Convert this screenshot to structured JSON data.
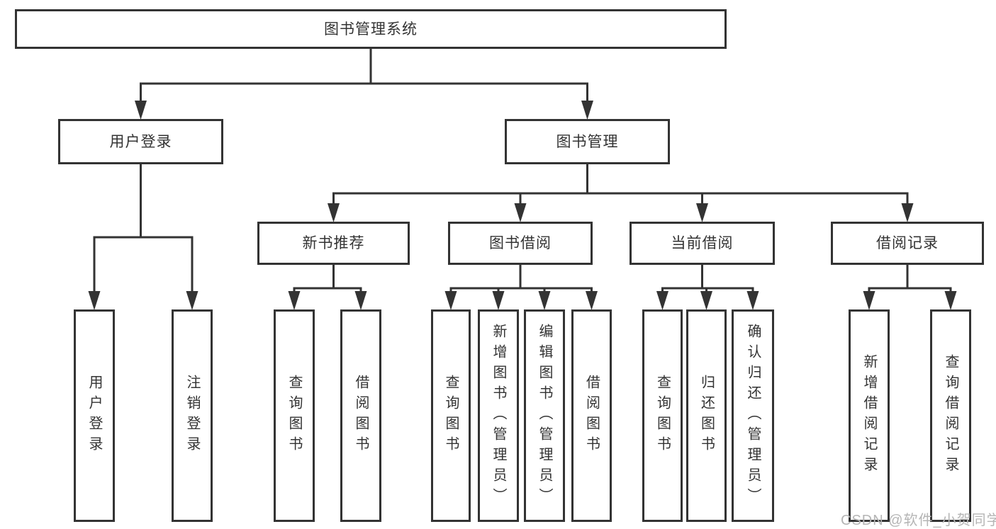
{
  "diagram": {
    "title": "图书管理系统",
    "watermark": "CSDN @软件_小贺同学",
    "colors": {
      "line": "#333333",
      "text": "#333333",
      "background": "#ffffff",
      "watermark": "#b5b5b5"
    },
    "nodes": [
      {
        "id": "root",
        "label": "图书管理系统",
        "parent": null,
        "vertical": false
      },
      {
        "id": "user-login-group",
        "label": "用户登录",
        "parent": "root",
        "vertical": false
      },
      {
        "id": "book-mgmt",
        "label": "图书管理",
        "parent": "root",
        "vertical": false
      },
      {
        "id": "new-book-rec",
        "label": "新书推荐",
        "parent": "book-mgmt",
        "vertical": false
      },
      {
        "id": "book-borrow",
        "label": "图书借阅",
        "parent": "book-mgmt",
        "vertical": false
      },
      {
        "id": "current-borrow",
        "label": "当前借阅",
        "parent": "book-mgmt",
        "vertical": false
      },
      {
        "id": "borrow-records",
        "label": "借阅记录",
        "parent": "book-mgmt",
        "vertical": false
      },
      {
        "id": "user-login",
        "label": "用户登录",
        "parent": "user-login-group",
        "vertical": true
      },
      {
        "id": "logout",
        "label": "注销登录",
        "parent": "user-login-group",
        "vertical": true
      },
      {
        "id": "query-books-1",
        "label": "查询图书",
        "parent": "new-book-rec",
        "vertical": true
      },
      {
        "id": "borrow-books-1",
        "label": "借阅图书",
        "parent": "new-book-rec",
        "vertical": true
      },
      {
        "id": "query-books-2",
        "label": "查询图书",
        "parent": "book-borrow",
        "vertical": true
      },
      {
        "id": "add-books",
        "label": "新增图书（管理员）",
        "parent": "book-borrow",
        "vertical": true
      },
      {
        "id": "edit-books",
        "label": "编辑图书（管理员）",
        "parent": "book-borrow",
        "vertical": true
      },
      {
        "id": "borrow-books-2",
        "label": "借阅图书",
        "parent": "book-borrow",
        "vertical": true
      },
      {
        "id": "query-books-3",
        "label": "查询图书",
        "parent": "current-borrow",
        "vertical": true
      },
      {
        "id": "return-books",
        "label": "归还图书",
        "parent": "current-borrow",
        "vertical": true
      },
      {
        "id": "confirm-return",
        "label": "确认归还（管理员）",
        "parent": "current-borrow",
        "vertical": true
      },
      {
        "id": "add-borrow-record",
        "label": "新增借阅记录",
        "parent": "borrow-records",
        "vertical": true
      },
      {
        "id": "query-borrow-record",
        "label": "查询借阅记录",
        "parent": "borrow-records",
        "vertical": true
      }
    ]
  }
}
